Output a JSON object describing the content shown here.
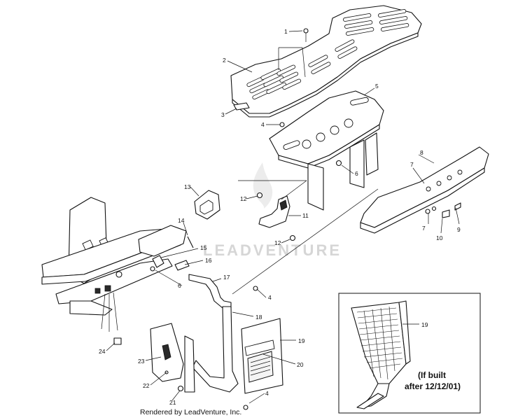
{
  "diagram": {
    "callouts": [
      "1",
      "2",
      "3",
      "4",
      "5",
      "6",
      "7",
      "8",
      "9",
      "10",
      "11",
      "12",
      "13",
      "14",
      "15",
      "16",
      "17",
      "18",
      "19",
      "20",
      "21",
      "22",
      "23",
      "24"
    ],
    "inset": {
      "callout": "19",
      "note_line1": "(If built",
      "note_line2": "after 12/12/01)"
    },
    "watermark": "LEADVENTURE",
    "footer": "Rendered by LeadVenture, Inc."
  }
}
